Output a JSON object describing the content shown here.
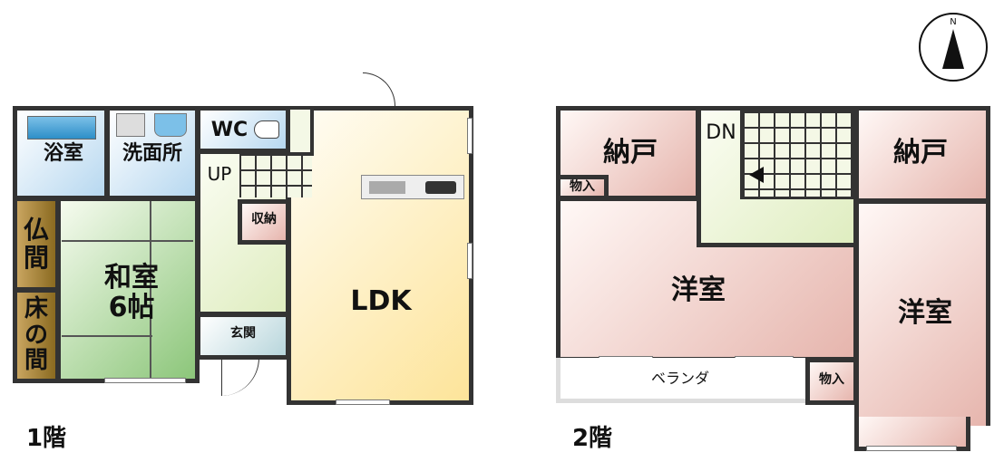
{
  "floor1": {
    "label": "1階",
    "rooms": {
      "bath": "浴室",
      "washroom": "洗面所",
      "wc": "WC",
      "stairs": "UP",
      "storage": "収納",
      "butsuma": [
        "仏",
        "間"
      ],
      "tokonoma": [
        "床",
        "の",
        "間"
      ],
      "washitsu": [
        "和室",
        "6帖"
      ],
      "entrance": "玄関",
      "ldk": "LDK"
    }
  },
  "floor2": {
    "label": "2階",
    "rooms": {
      "closet_left": "納戸",
      "closet_right": "納戸",
      "stairs": "DN",
      "storage_upper": "物入",
      "western_left": "洋室",
      "western_right": "洋室",
      "veranda": "ベランダ",
      "storage_lower": "物入"
    }
  },
  "compass": {
    "north": "N"
  }
}
